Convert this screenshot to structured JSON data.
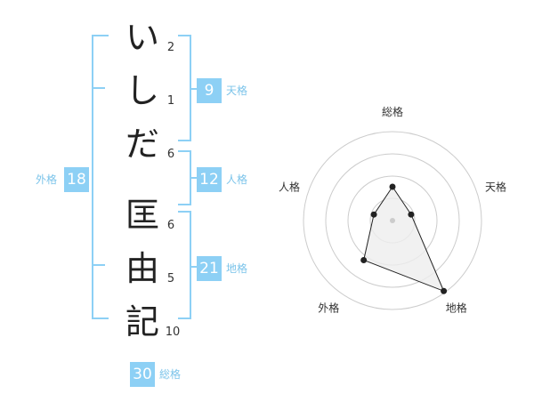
{
  "surname": [
    {
      "char": "い",
      "strokes": "2"
    },
    {
      "char": "し",
      "strokes": "1"
    },
    {
      "char": "だ",
      "strokes": "6"
    }
  ],
  "given": [
    {
      "char": "匡",
      "strokes": "6"
    },
    {
      "char": "由",
      "strokes": "5"
    },
    {
      "char": "記",
      "strokes": "10"
    }
  ],
  "kaku": {
    "ten": {
      "value": "9",
      "label": "天格"
    },
    "jin": {
      "value": "12",
      "label": "人格"
    },
    "chi": {
      "value": "21",
      "label": "地格"
    },
    "gai": {
      "value": "18",
      "label": "外格"
    },
    "sou": {
      "value": "30",
      "label": "総格"
    }
  },
  "radar": {
    "axes": [
      "総格",
      "天格",
      "地格",
      "外格",
      "人格"
    ],
    "rings": 4,
    "values": [
      0.38,
      0.22,
      0.98,
      0.55,
      0.22
    ],
    "accent": "#8dd0f5",
    "fill": "#eeeeee"
  }
}
